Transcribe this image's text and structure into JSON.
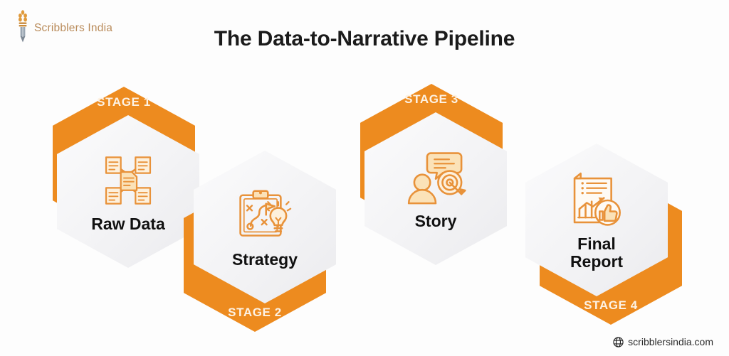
{
  "brand": {
    "name": "Scribblers India",
    "logo_icon": "wheat-quill-icon",
    "color": "#b98b5a"
  },
  "header": {
    "title": "The Data-to-Narrative Pipeline"
  },
  "theme": {
    "accent_orange": "#ed8b1f",
    "hex_white": "#f4f4f6",
    "title_color": "#111111",
    "background": "#fdfdfd"
  },
  "stages": [
    {
      "label": "STAGE 1",
      "title": "Raw Data",
      "icon": "documents-network-icon",
      "layout": "label-top"
    },
    {
      "label": "STAGE 2",
      "title": "Strategy",
      "icon": "clipboard-strategy-lightbulb-icon",
      "layout": "label-bottom"
    },
    {
      "label": "STAGE 3",
      "title": "Story",
      "icon": "person-speech-target-icon",
      "layout": "label-top"
    },
    {
      "label": "STAGE 4",
      "title": "Final\nReport",
      "icon": "report-chart-thumbsup-icon",
      "layout": "label-bottom"
    }
  ],
  "footer": {
    "website": "scribblersindia.com",
    "icon": "globe-icon"
  }
}
